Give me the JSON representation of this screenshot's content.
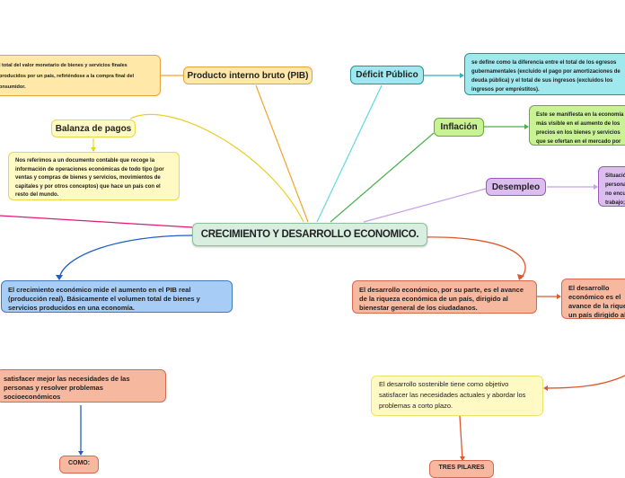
{
  "central": {
    "label": "CRECIMIENTO  Y DESARROLLO ECONOMICO."
  },
  "topics": {
    "pib": {
      "label": "Producto interno bruto (PIB)"
    },
    "pib_def": {
      "text": "l total del valor monetario de bienes y servicios finales producidos por un país, refiriéndose a la compra final del onsumidor."
    },
    "balanza": {
      "label": "Balanza de pagos"
    },
    "balanza_def": {
      "text": "Nos referimos a un documento contable que recoge la información de operaciones económicas de todo tipo (por ventas y compras de bienes y servicios, movimientos de capitales y por otros conceptos) que hace un país con el resto del mundo."
    },
    "deficit": {
      "label": "Déficit Público"
    },
    "deficit_def": {
      "text": "se define como la diferencia entre el total de los egresos gubernamentales (excluido el pago por amortizaciones de deuda pública) y el total de sus ingresos (excluidos los ingresos por empréstitos)."
    },
    "inflacion": {
      "label": "Inflación"
    },
    "inflacion_def": {
      "text": "Este se manifiesta en la economía más visible en el aumento de los precios en los bienes y servicios que se ofertan en el mercado por cierto tiempo."
    },
    "desempleo": {
      "label": "Desempleo"
    },
    "desempleo_def": {
      "text": "Situación de la persona que no encuentra trabajo; desempleo de larga duración limitación."
    },
    "crecimiento_def": {
      "text": "El crecimiento económico mide el aumento en el PIB real (producción real). Básicamente el volumen total de bienes y servicios producidos en una economía."
    },
    "desarrollo_def": {
      "text": "El desarrollo económico, por su parte, es el avance de la riqueza económica de un país, dirigido al bienestar general de los ciudadanos."
    },
    "desarrollo_def2": {
      "text": "El desarrollo económico es el avance de la riqueza de un país dirigido al bienestar de los ciudadanos."
    },
    "satisfacer": {
      "text": "satisfacer mejor las necesidades de las personas y resolver problemas socioeconómicos"
    },
    "como": {
      "label": "COMO:"
    },
    "sostenible": {
      "text": "El desarrollo sostenible tiene como objetivo satisfacer las necesidades actuales y abordar los problemas a corto plazo."
    },
    "tres": {
      "label": "TRES PILARES"
    }
  },
  "colors": {
    "orange": "#ffe8a8",
    "yellow": "#fff9c4",
    "cyan": "#9ee8ee",
    "green": "#c8f294",
    "purple": "#dcbdf0",
    "blue": "#a7cdf7",
    "salmon": "#f7b8a0"
  }
}
